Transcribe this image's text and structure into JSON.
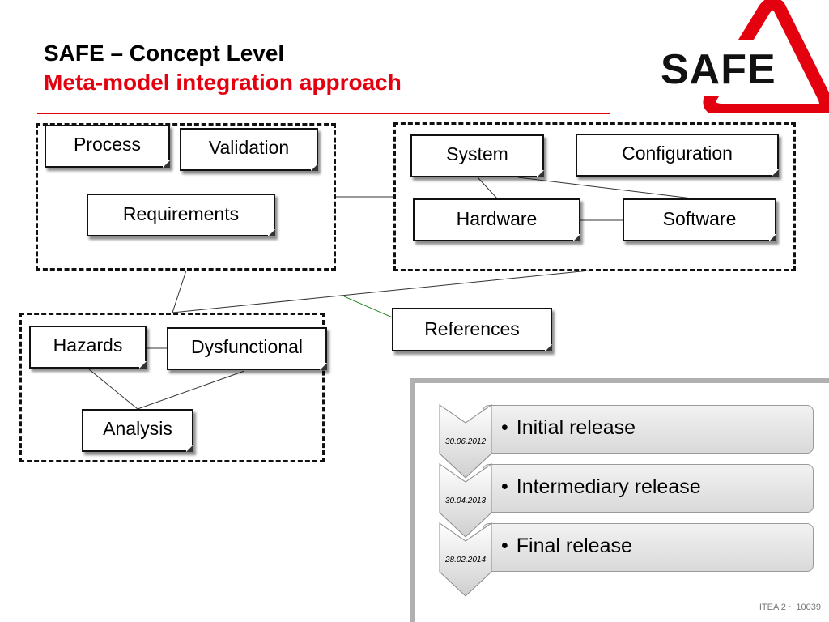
{
  "header": {
    "title": "SAFE – Concept Level",
    "subtitle": "Meta-model integration approach",
    "logo_text": "SAFE"
  },
  "diagram": {
    "nodes": {
      "process": "Process",
      "validation": "Validation",
      "requirements": "Requirements",
      "system": "System",
      "configuration": "Configuration",
      "hardware": "Hardware",
      "software": "Software",
      "references": "References",
      "hazards": "Hazards",
      "dysfunctional": "Dysfunctional",
      "analysis": "Analysis"
    }
  },
  "timeline": {
    "items": [
      {
        "date": "30.06.2012",
        "label": "Initial release"
      },
      {
        "date": "30.04.2013",
        "label": "Intermediary release"
      },
      {
        "date": "28.02.2014",
        "label": "Final release"
      }
    ]
  },
  "footer": {
    "text": "ITEA 2 ~ 10039"
  },
  "colors": {
    "accent": "#e3000f",
    "link_green": "#2e8b2e"
  }
}
